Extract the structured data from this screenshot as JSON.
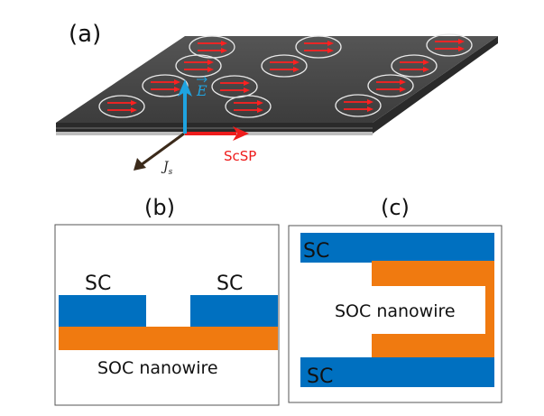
{
  "panel_a": {
    "label": "(a)",
    "vector_e": "E",
    "vector_js_main": "J",
    "vector_js_sub": "s",
    "scsp_label": "ScSP",
    "colors": {
      "plate": "#4a4a4a",
      "spin_arrow": "#ff2020",
      "e_field": "#1fa3e0",
      "scsp": "#ee1c1c",
      "js": "#3b2a1a"
    },
    "pair_count": 12
  },
  "panel_b": {
    "label": "(b)",
    "sc_left": "SC",
    "sc_right": "SC",
    "nanowire": "SOC nanowire",
    "colors": {
      "sc": "#0070c0",
      "nanowire": "#f07a10"
    }
  },
  "panel_c": {
    "label": "(c)",
    "sc_top": "SC",
    "sc_bottom": "SC",
    "nanowire": "SOC nanowire",
    "colors": {
      "sc": "#0070c0",
      "nanowire": "#f07a10"
    }
  }
}
